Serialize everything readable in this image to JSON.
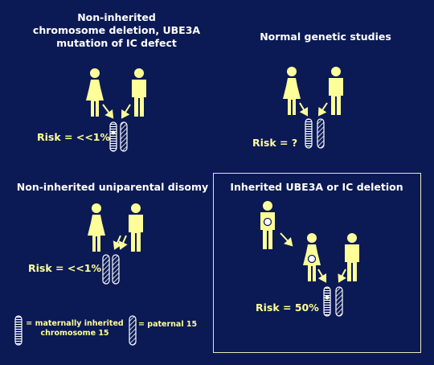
{
  "panels": {
    "top_left": {
      "title_line1": "Non-inherited",
      "title_line2": "chromosome deletion, UBE3A",
      "title_line3": "mutation of IC defect",
      "risk": "Risk = <<1%"
    },
    "top_right": {
      "title": "Normal genetic studies",
      "risk": "Risk = ?"
    },
    "bottom_left": {
      "title": "Non-inherited uniparental disomy",
      "risk": "Risk = <<1%"
    },
    "bottom_right": {
      "title": "Inherited UBE3A or IC deletion",
      "risk": "Risk = 50%"
    }
  },
  "legend": {
    "maternal_line1": "= maternally inherited",
    "maternal_line2": "chromosome 15",
    "paternal": "= paternal 15"
  },
  "colors": {
    "background": "#0b1a55",
    "figure": "#ffff99",
    "title_text": "#ffffff",
    "risk_text": "#ffff99"
  }
}
